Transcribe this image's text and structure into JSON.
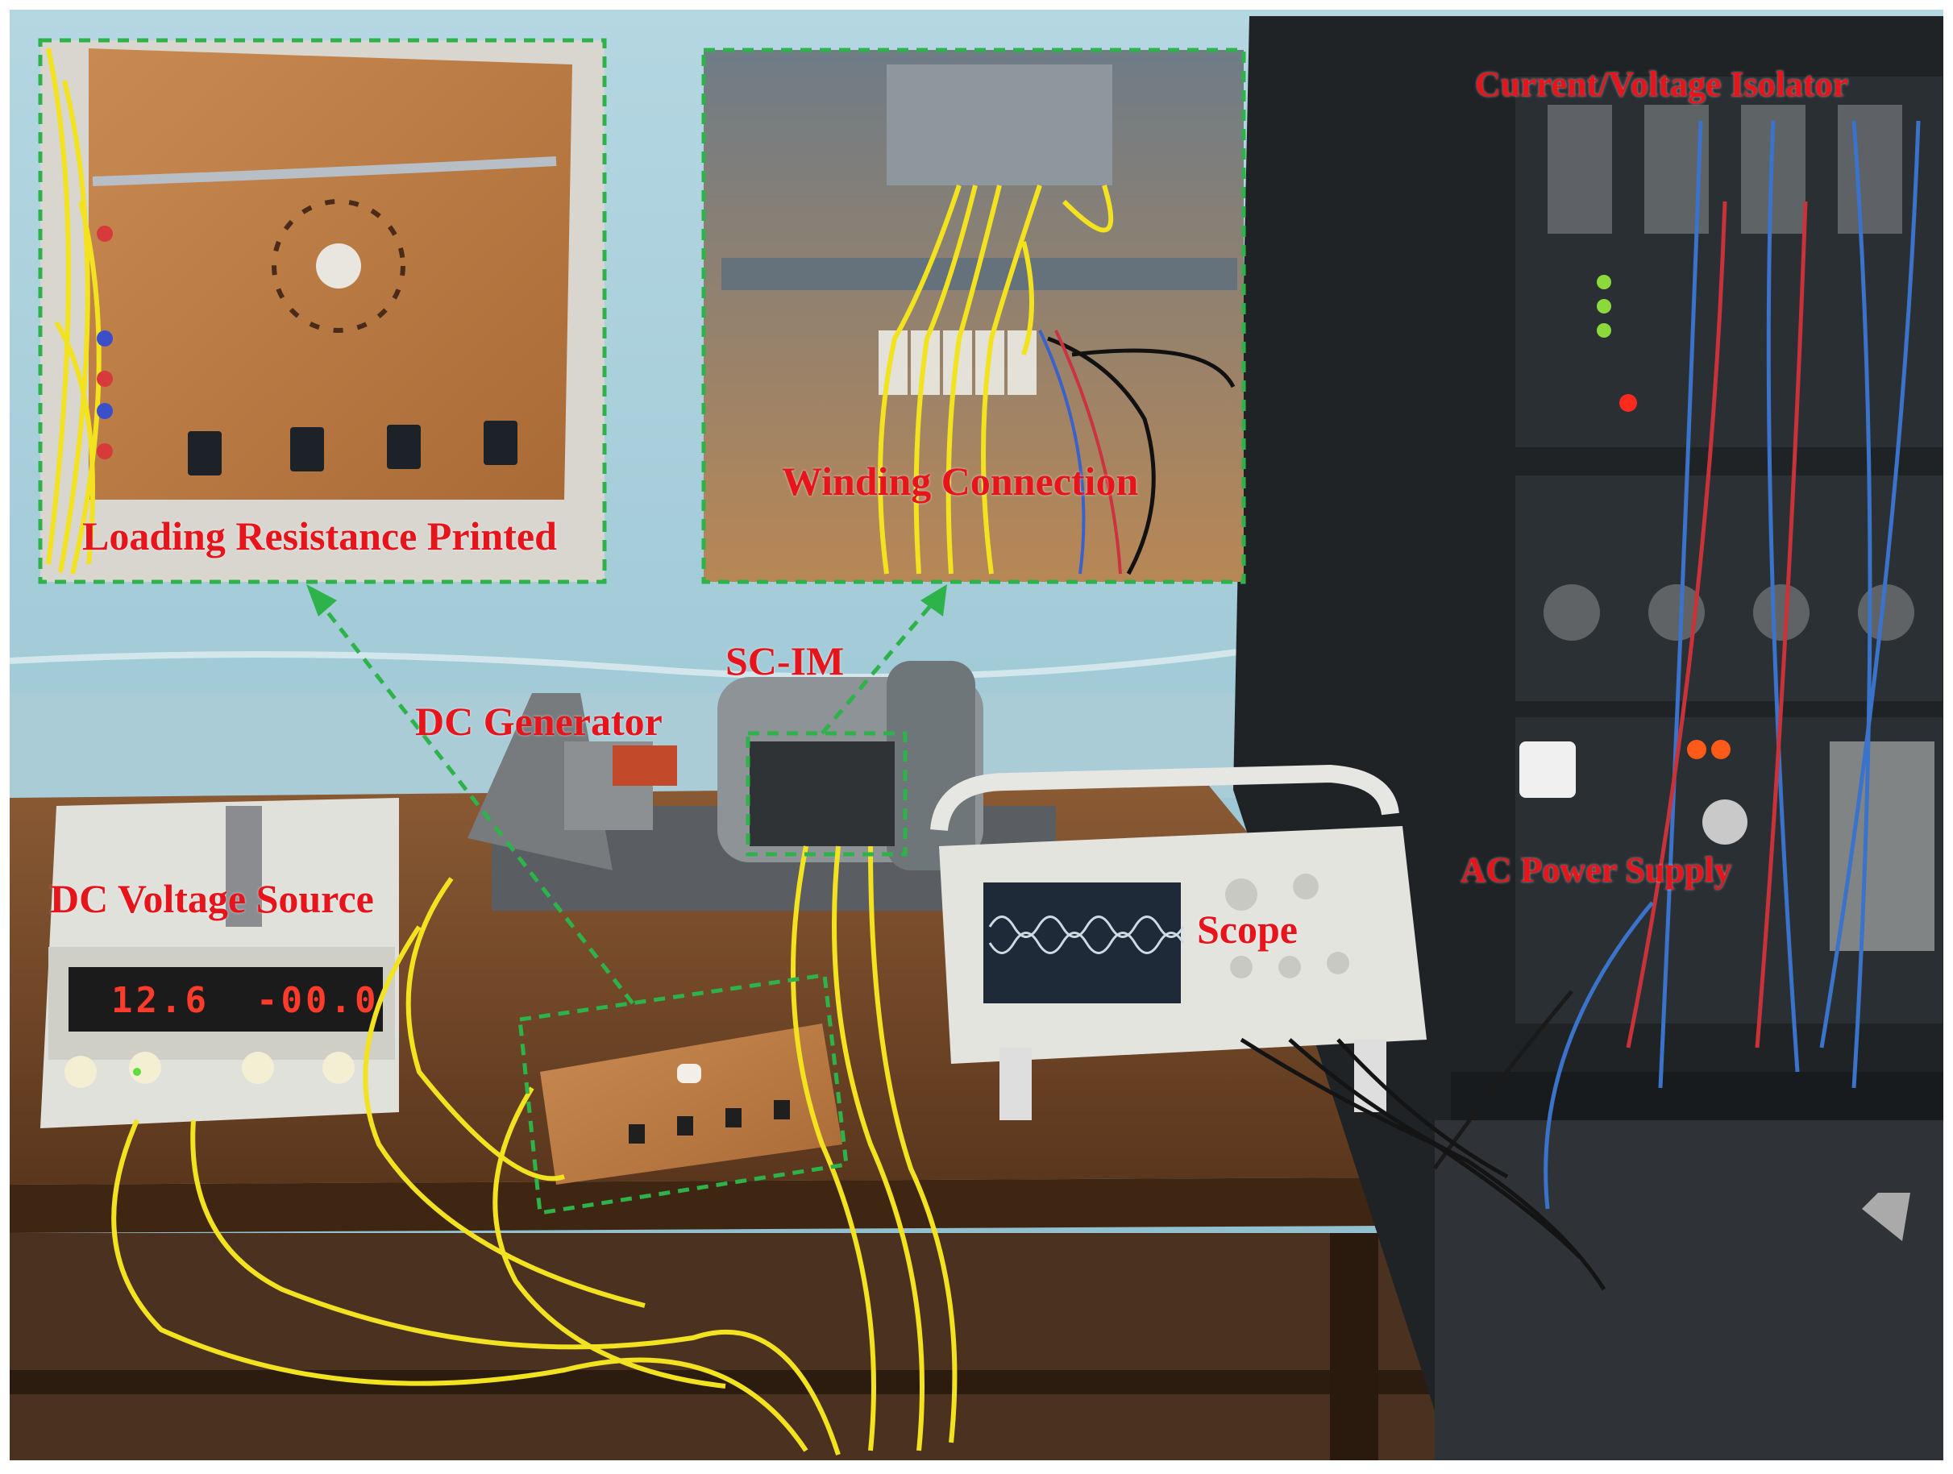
{
  "labels": {
    "loading_resistance": "Loading Resistance Printed",
    "winding_connection": "Winding Connection",
    "current_voltage_isolator": "Current/Voltage Isolator",
    "sc_im": "SC-IM",
    "dc_generator": "DC Generator",
    "dc_voltage_source": "DC Voltage Source",
    "scope": "Scope",
    "ac_power_supply": "AC Power Supply"
  },
  "dc_source_display": {
    "left_readout": "12.6",
    "right_readout": "-00.0"
  },
  "colors": {
    "label_red": "#e8141b",
    "callout_green": "#2db34a",
    "wire_yellow": "#f2e21f",
    "wall_blue": "#9cc6d3",
    "bench_brown": "#6b4226",
    "panel_dark": "#262a2e"
  }
}
